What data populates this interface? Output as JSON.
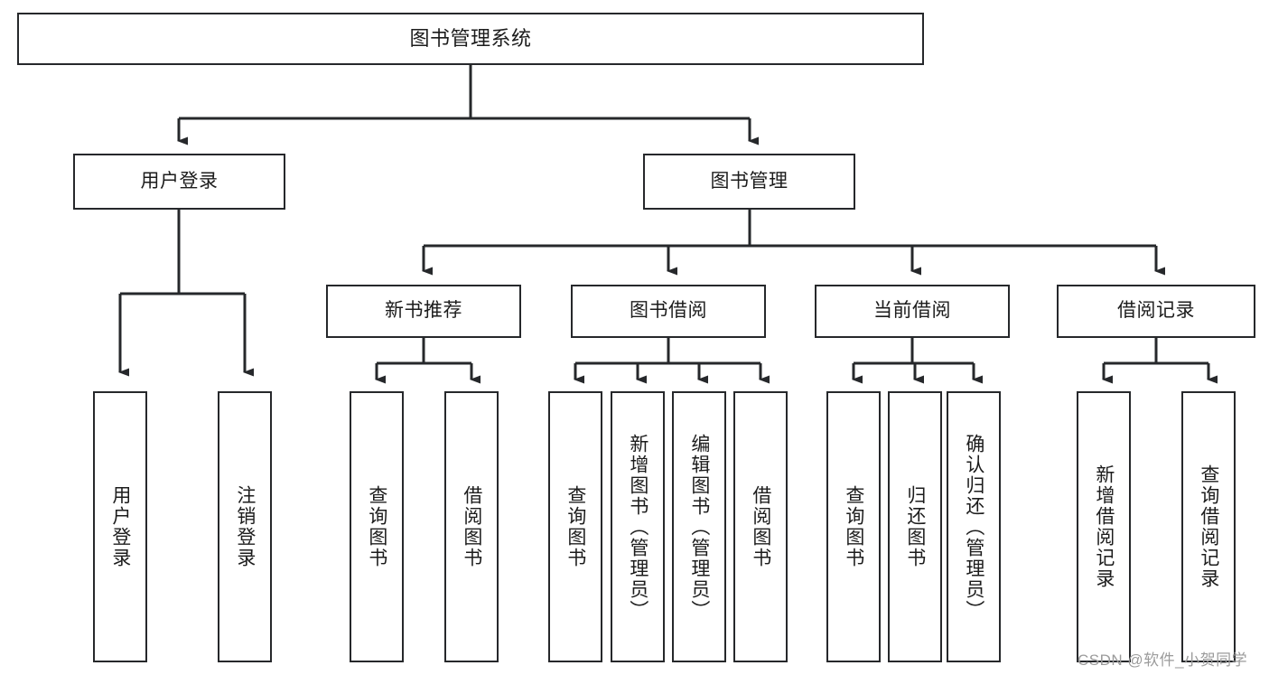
{
  "diagram": {
    "type": "tree-hierarchy",
    "title": "图书管理系统",
    "root": {
      "label": "图书管理系统"
    },
    "level2": [
      {
        "label": "用户登录"
      },
      {
        "label": "图书管理"
      }
    ],
    "level3": [
      {
        "label": "新书推荐"
      },
      {
        "label": "图书借阅"
      },
      {
        "label": "当前借阅"
      },
      {
        "label": "借阅记录"
      }
    ],
    "leaves": {
      "user_login": [
        {
          "label": "用户登录"
        },
        {
          "label": "注销登录"
        }
      ],
      "new_book_recommend": [
        {
          "label": "查询图书"
        },
        {
          "label": "借阅图书"
        }
      ],
      "book_borrow": [
        {
          "label": "查询图书"
        },
        {
          "label": "新增图书（管理员）"
        },
        {
          "label": "编辑图书（管理员）"
        },
        {
          "label": "借阅图书"
        }
      ],
      "current_borrow": [
        {
          "label": "查询图书"
        },
        {
          "label": "归还图书"
        },
        {
          "label": "确认归还（管理员）"
        }
      ],
      "borrow_record": [
        {
          "label": "新增借阅记录"
        },
        {
          "label": "查询借阅记录"
        }
      ]
    }
  },
  "watermark": {
    "text": "CSDN @软件_小贺同学"
  },
  "colors": {
    "line": "#26282b",
    "box_border": "#26282b",
    "background": "#ffffff",
    "text": "#1c1c1c",
    "watermark": "#9b9b9b"
  }
}
